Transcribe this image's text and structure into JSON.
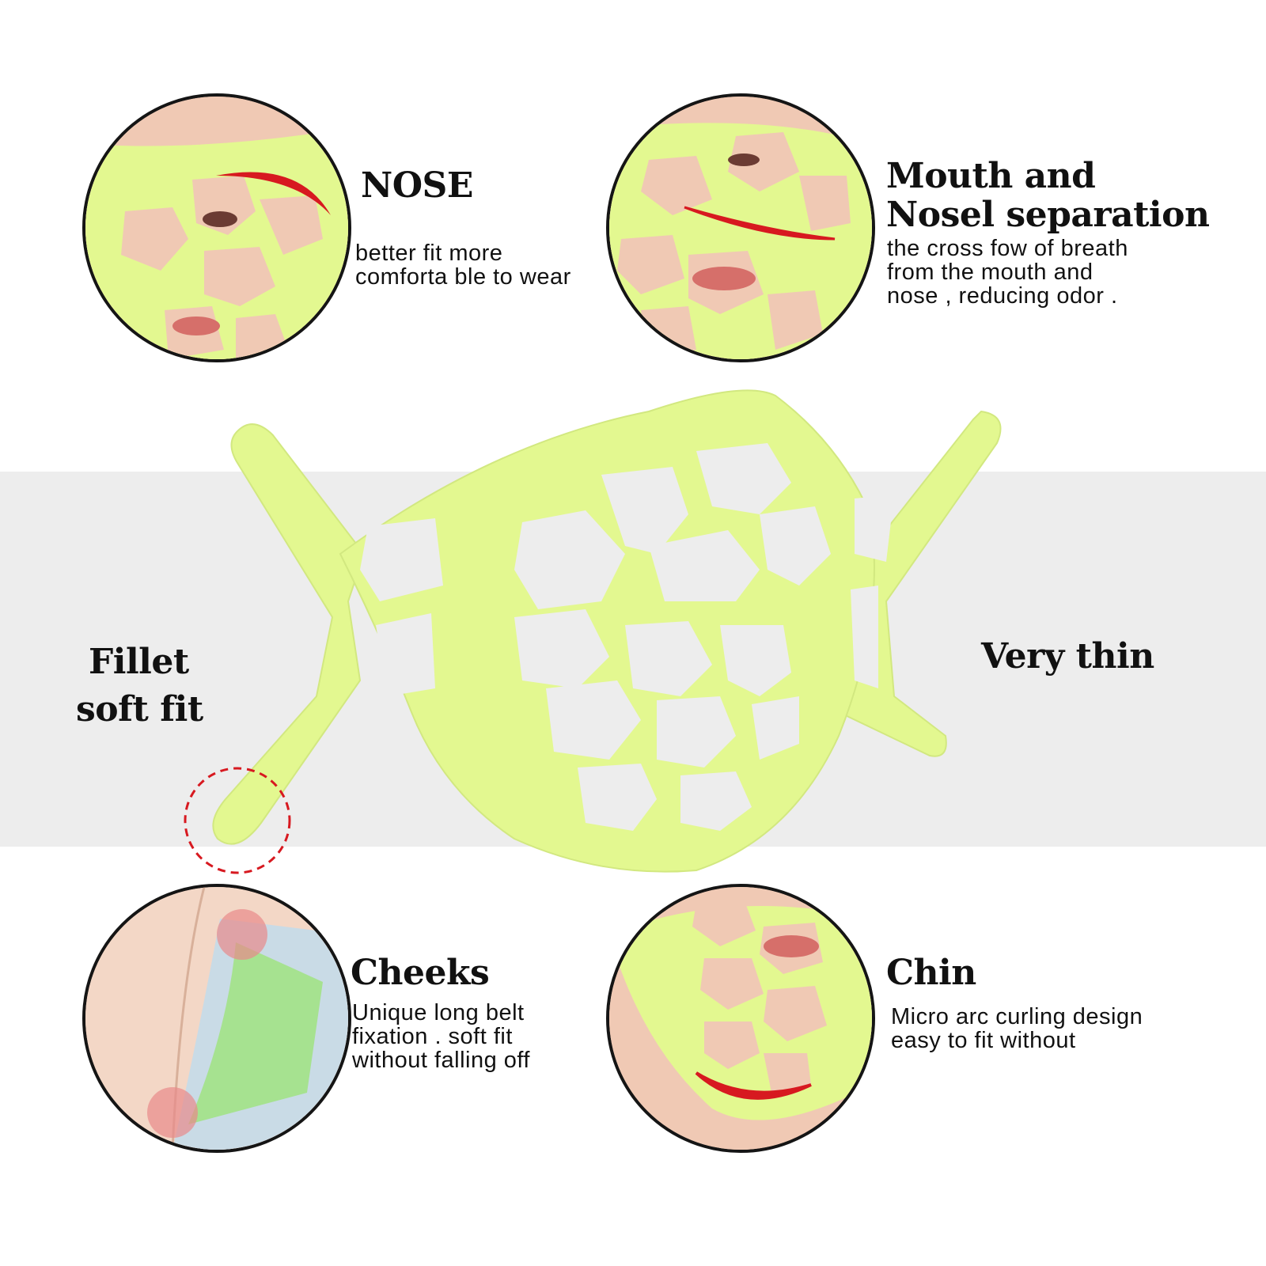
{
  "colors": {
    "mask": "#e3f890",
    "band": "#ededed",
    "accent": "#d71920",
    "skin": "#f0c9b4"
  },
  "features": {
    "nose": {
      "title": "NOSE",
      "desc": "better fit more\ncomforta ble to wear"
    },
    "separation": {
      "title_line1": "Mouth and",
      "title_line2": "Nosel separation",
      "desc": "the cross fow of breath\nfrom the mouth and\nnose , reducing odor ."
    },
    "fillet": {
      "line1": "Fillet",
      "line2": "soft fit"
    },
    "thin": {
      "title": "Very thin"
    },
    "cheeks": {
      "title": "Cheeks",
      "desc": "Unique long belt\nfixation . soft fit\nwithout falling off"
    },
    "chin": {
      "title": "Chin",
      "desc": "Micro arc curling design\neasy to fit without"
    }
  }
}
